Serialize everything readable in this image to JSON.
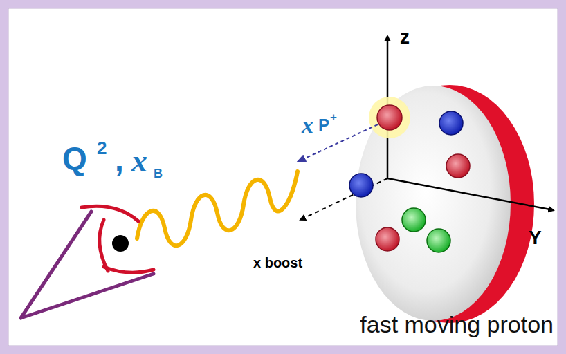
{
  "diagram": {
    "labels": [
      "Q",
      "2",
      ",",
      "x",
      "B",
      "x",
      "P",
      "+",
      "z",
      "Y",
      "x boost",
      "fast moving proton"
    ]
  }
}
